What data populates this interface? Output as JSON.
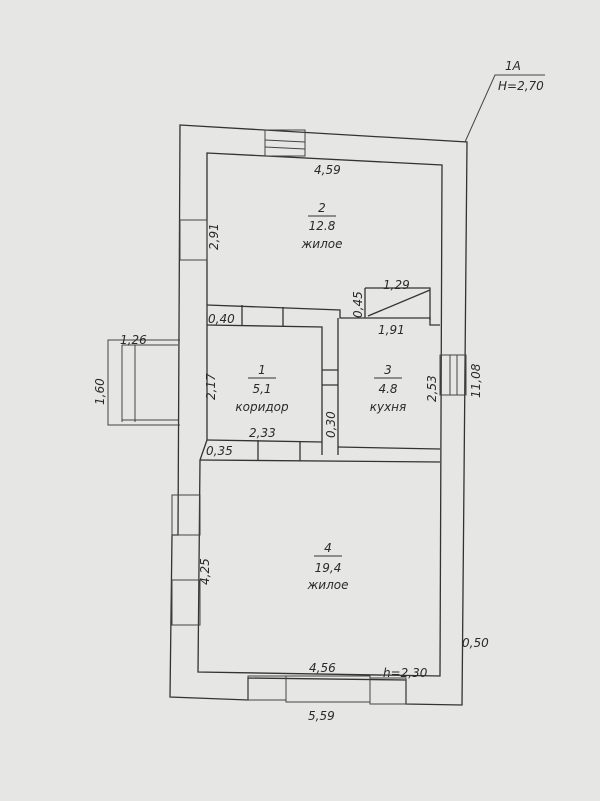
{
  "plan": {
    "label": {
      "id": "1A",
      "height": "H=2,70"
    },
    "rooms": [
      {
        "number": "1",
        "area": "5,1",
        "name": "коридор"
      },
      {
        "number": "2",
        "area": "12.8",
        "name": "жилое"
      },
      {
        "number": "3",
        "area": "4.8",
        "name": "кухня"
      },
      {
        "number": "4",
        "area": "19,4",
        "name": "жилое"
      }
    ],
    "dimensions": {
      "top_inner": "4,59",
      "room2_left": "2,91",
      "stair_top": "1,29",
      "stair_side": "0,45",
      "kitchen_top": "1,91",
      "wall_040": "0,40",
      "porch_width": "1,26",
      "porch_depth": "1,60",
      "corridor_left": "2,17",
      "corridor_bottom": "2,33",
      "wall_030": "0,30",
      "wall_035": "0,35",
      "kitchen_right": "2,53",
      "outer_right": "11,08",
      "room4_left": "4,25",
      "wall_050": "0,50",
      "bottom_inner": "4,56",
      "room4_height": "h=2,30",
      "bottom_outer": "5,59"
    }
  }
}
